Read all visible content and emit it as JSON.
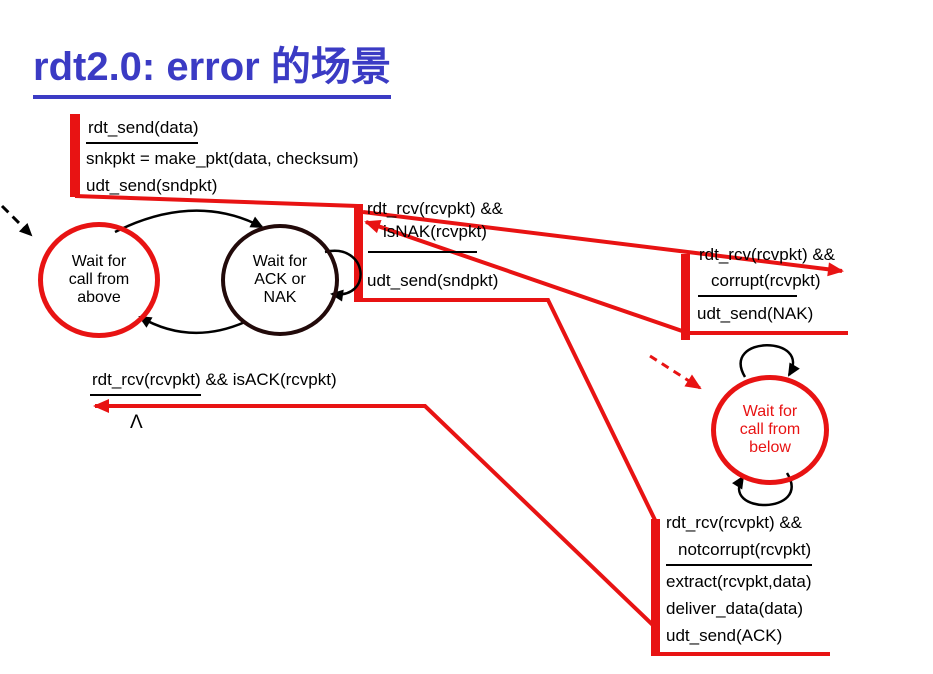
{
  "title": "rdt2.0: error 的场景",
  "colors": {
    "accent_red": "#e81313",
    "title_blue": "#3b3bc4",
    "text_black": "#000000"
  },
  "sender": {
    "send_transition": {
      "event": "rdt_send(data)",
      "action1": "snkpkt = make_pkt(data, checksum)",
      "action2": "udt_send(sndpkt)"
    },
    "state_wait_above": "Wait for call from above",
    "state_wait_acknak": "Wait for ACK or NAK",
    "nak_transition": {
      "event_line1": "rdt_rcv(rcvpkt) &&",
      "event_line2": "isNAK(rcvpkt)",
      "action": "udt_send(sndpkt)"
    },
    "ack_transition": {
      "event": "rdt_rcv(rcvpkt) && isACK(rcvpkt)",
      "action": "Λ"
    }
  },
  "receiver": {
    "corrupt_transition": {
      "event_line1": "rdt_rcv(rcvpkt) &&",
      "event_line2": "corrupt(rcvpkt)",
      "action": "udt_send(NAK)"
    },
    "state_wait_below": "Wait for call from below",
    "notcorrupt_transition": {
      "event_line1": "rdt_rcv(rcvpkt) &&",
      "event_line2": "notcorrupt(rcvpkt)",
      "action1": "extract(rcvpkt,data)",
      "action2": "deliver_data(data)",
      "action3": "udt_send(ACK)"
    }
  }
}
